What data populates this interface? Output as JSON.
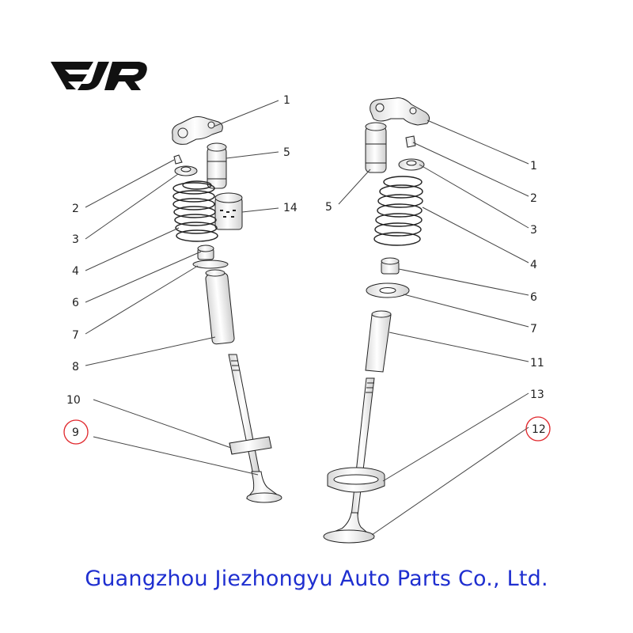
{
  "brand": {
    "logo_text": "EJR"
  },
  "footer": {
    "company": "Guangzhou Jiezhongyu Auto Parts Co., Ltd."
  },
  "callouts": {
    "left": [
      "1",
      "5",
      "14",
      "2",
      "3",
      "4",
      "6",
      "7",
      "8",
      "10",
      "9"
    ],
    "right": [
      "5",
      "1",
      "2",
      "3",
      "4",
      "6",
      "7",
      "11",
      "13",
      "12"
    ]
  },
  "highlight_color": "#e0252a",
  "text_color": "#1f2fd0"
}
